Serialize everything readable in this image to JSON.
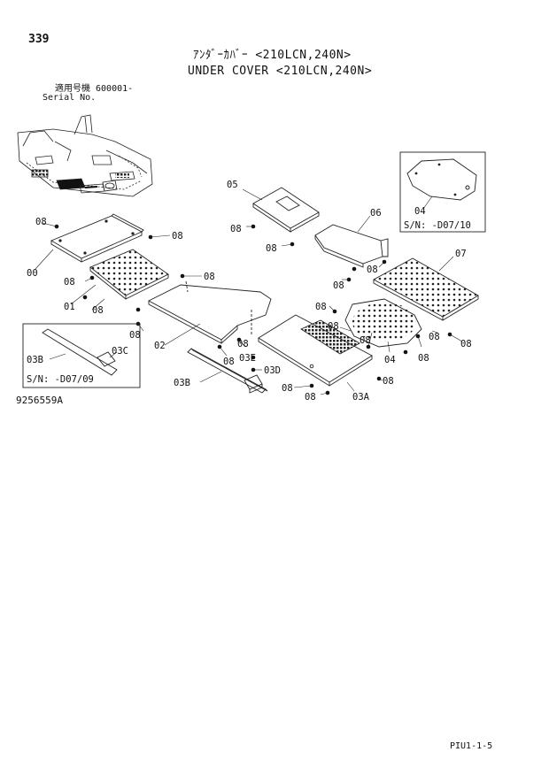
{
  "page": {
    "number": "339",
    "title_jp": "ｱﾝﾀﾞｰｶﾊﾞｰ <210LCN,240N>",
    "title_en": "UNDER COVER <210LCN,240N>",
    "serial_label_jp": "適用号機  600001-",
    "serial_label_en": "Serial No.",
    "drawing_number": "9256559A",
    "footer_code": "PIU1-1-5"
  },
  "callouts": {
    "p00": "00",
    "p01": "01",
    "p02": "02",
    "p03a": "03A",
    "p03b": "03B",
    "p03b_inset": "03B",
    "p03c": "03C",
    "p03d": "03D",
    "p03e": "03E",
    "p04": "04",
    "p04_inset": "04",
    "p05": "05",
    "p06": "06",
    "p07": "07",
    "p08": "08"
  },
  "insets": {
    "left_serial": "S/N: -D07/09",
    "right_serial": "S/N: -D07/10"
  }
}
